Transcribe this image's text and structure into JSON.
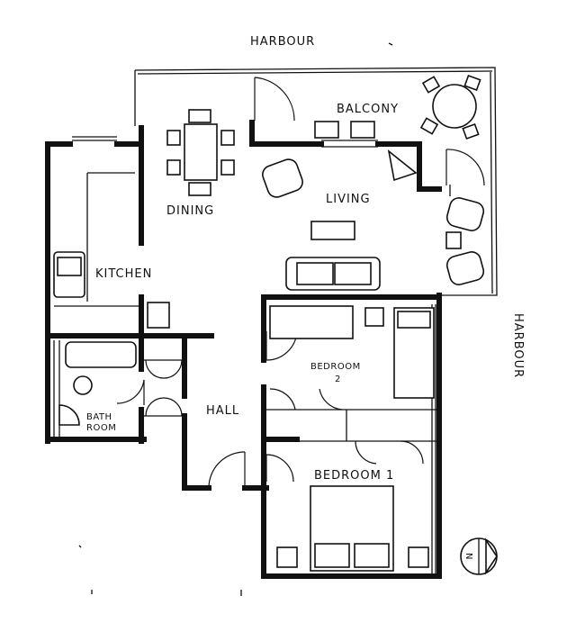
{
  "labels": {
    "harbour_top": "HARBOUR",
    "harbour_right": "HARBOUR",
    "balcony": "BALCONY",
    "dining": "DINING",
    "living": "LIVING",
    "kitchen": "KITCHEN",
    "bedroom2_line1": "BEDROOM",
    "bedroom2_line2": "2",
    "bath_line1": "BATH",
    "bath_line2": "ROOM",
    "hall": "HALL",
    "bedroom1": "BEDROOM 1",
    "north": "N"
  }
}
